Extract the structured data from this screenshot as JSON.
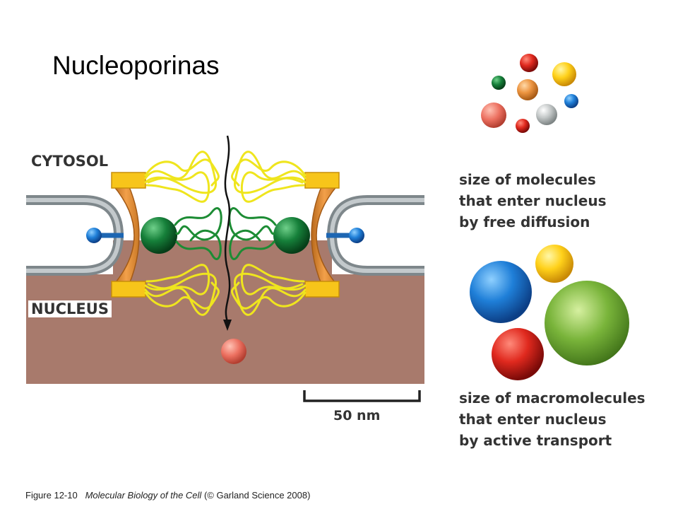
{
  "title": "Nucleoporinas",
  "labels": {
    "cytosol": "CYTOSOL",
    "nucleus": "NUCLEUS",
    "scale": "50 nm"
  },
  "legend": {
    "free_diffusion": [
      "size of molecules",
      "that enter nucleus",
      "by free diffusion"
    ],
    "active_transport": [
      "size of macromolecules",
      "that enter nucleus",
      "by active transport"
    ]
  },
  "caption": {
    "figure": "Figure 12-10",
    "book": "Molecular Biology of the Cell",
    "credit": "(© Garland Science 2008)"
  },
  "colors": {
    "nucleus_fill": "#a87a6c",
    "membrane": "#8c9599",
    "fiber_yellow": "#f2e81c",
    "fiber_green": "#1c8c34",
    "anchor_yellow": "#f7c51a",
    "ring_orange": "#e8973c",
    "spoke_blue": "#2c7ccc"
  }
}
